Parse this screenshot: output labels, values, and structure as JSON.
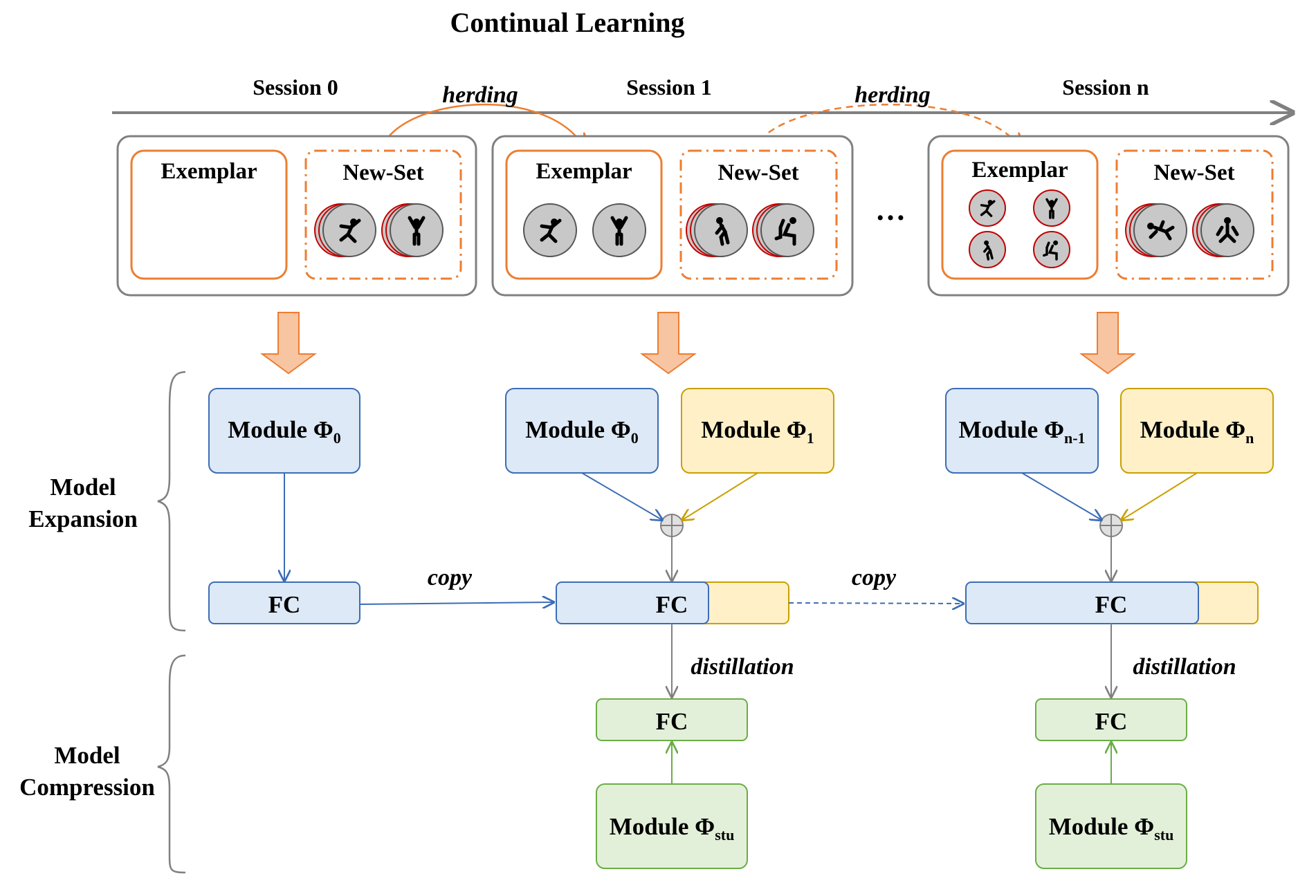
{
  "title": "Continual   Learning",
  "colors": {
    "orange": "#ed7d31",
    "blue_fill": "#dde9f6",
    "blue_stroke": "#3b6db5",
    "yellow_fill": "#fff0c7",
    "yellow_stroke": "#c9a000",
    "green_fill": "#e3f0d9",
    "green_stroke": "#6aad45",
    "gray": "#808080",
    "icon_fill": "#c8c8c8",
    "icon_ring": "#c00000"
  },
  "timeline": {
    "sessions": [
      "Session 0",
      "Session 1",
      "Session n"
    ],
    "herding_label": "herding",
    "ellipsis": "…"
  },
  "session_boxes": {
    "exemplar_label": "Exemplar",
    "newset_label": "New-Set"
  },
  "icons": {
    "session0_newset": [
      "falling-person-icon",
      "arms-raised-person-icon"
    ],
    "session1_exemplar": [
      "falling-person-icon",
      "arms-raised-person-icon"
    ],
    "session1_newset": [
      "bending-person-icon",
      "sitting-person-icon"
    ],
    "sessionn_exemplar": [
      "falling-person-icon",
      "arms-raised-person-icon",
      "bending-person-icon",
      "sitting-person-icon"
    ],
    "sessionn_newset": [
      "lying-person-icon",
      "crouching-person-icon"
    ]
  },
  "modules": {
    "prefix": "Module Φ",
    "phi0_sub": "0",
    "phi1_sub": "1",
    "phin1_sub": "n-1",
    "phin_sub": "n",
    "stu_sub": "stu"
  },
  "fc_label": "FC",
  "edge_labels": {
    "copy": "copy",
    "distillation": "distillation"
  },
  "side_labels": {
    "expansion": [
      "Model",
      "Expansion"
    ],
    "compression": [
      "Model",
      "Compression"
    ]
  }
}
